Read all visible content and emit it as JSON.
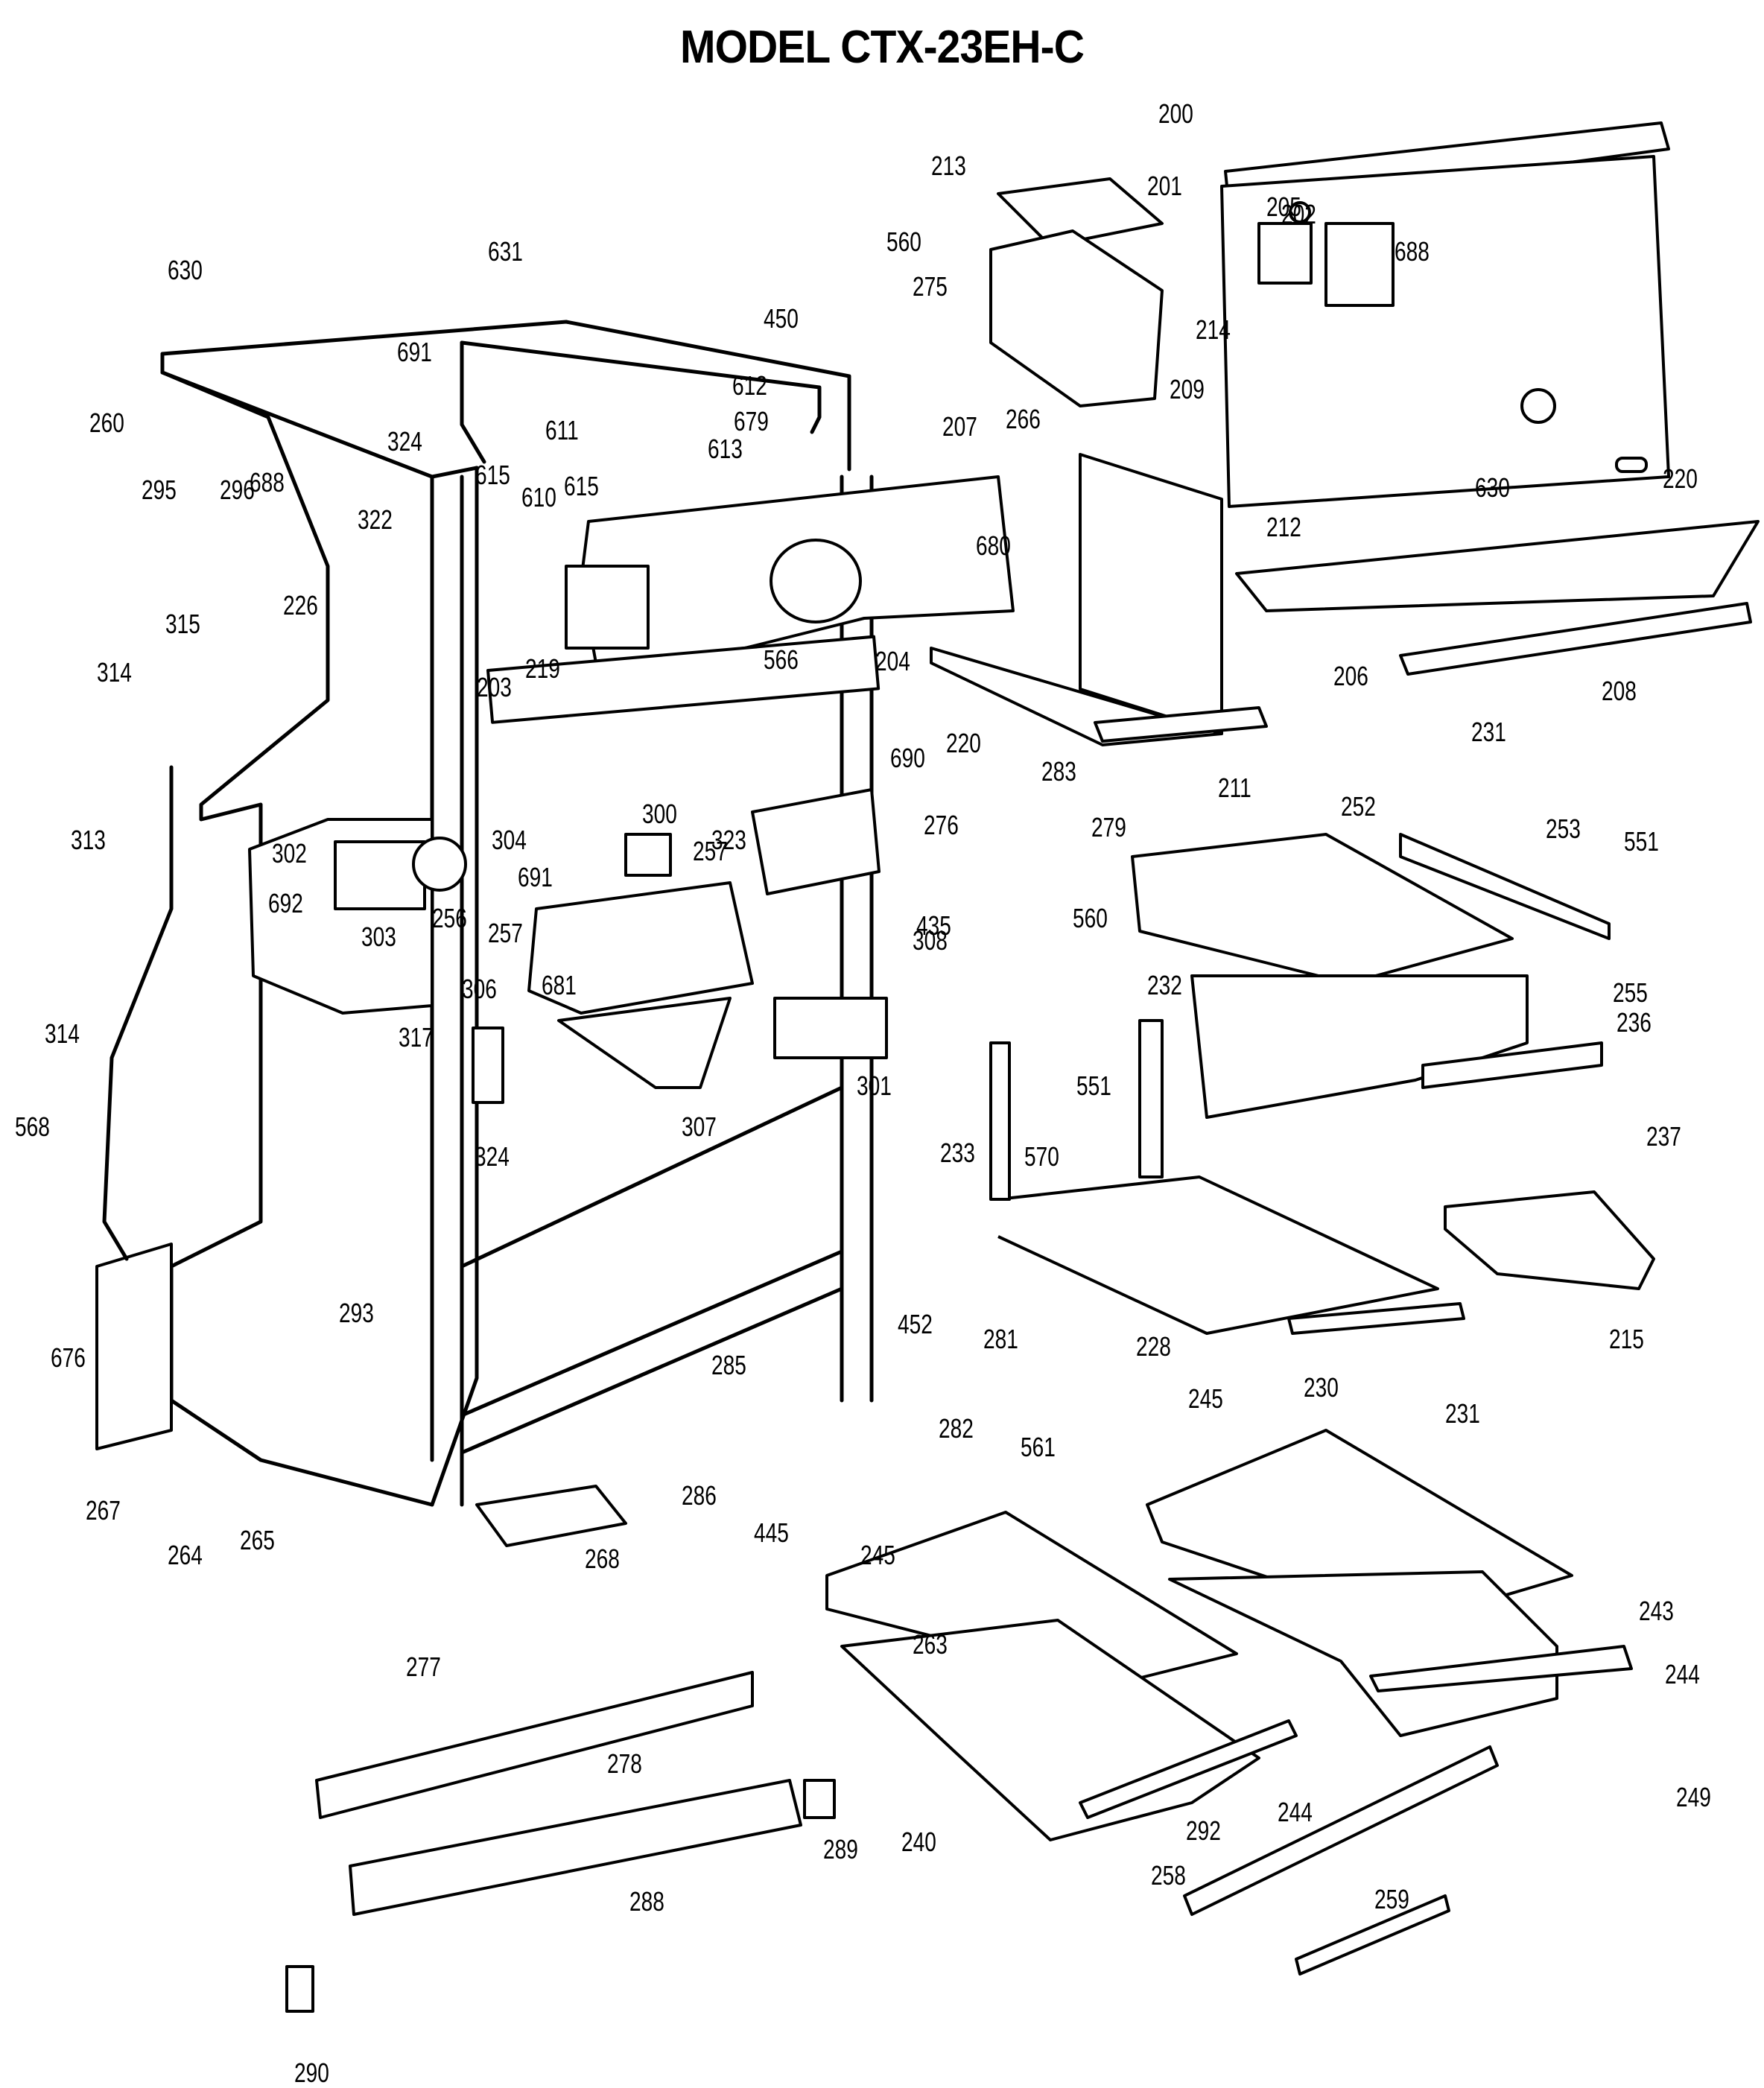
{
  "title": "MODEL CTX-23EH-C",
  "diagram_type": "exploded parts diagram",
  "part_labels": [
    {
      "id": "200",
      "text": "200"
    },
    {
      "id": "201",
      "text": "201"
    },
    {
      "id": "202",
      "text": "202"
    },
    {
      "id": "203",
      "text": "203"
    },
    {
      "id": "204",
      "text": "204"
    },
    {
      "id": "205",
      "text": "205"
    },
    {
      "id": "206",
      "text": "206"
    },
    {
      "id": "207",
      "text": "207"
    },
    {
      "id": "208",
      "text": "208"
    },
    {
      "id": "209",
      "text": "209"
    },
    {
      "id": "211",
      "text": "211"
    },
    {
      "id": "212",
      "text": "212"
    },
    {
      "id": "213",
      "text": "213"
    },
    {
      "id": "214",
      "text": "214"
    },
    {
      "id": "215",
      "text": "215"
    },
    {
      "id": "219",
      "text": "219"
    },
    {
      "id": "220a",
      "text": "220"
    },
    {
      "id": "220b",
      "text": "220"
    },
    {
      "id": "226",
      "text": "226"
    },
    {
      "id": "228",
      "text": "228"
    },
    {
      "id": "230",
      "text": "230"
    },
    {
      "id": "231a",
      "text": "231"
    },
    {
      "id": "231b",
      "text": "231"
    },
    {
      "id": "232",
      "text": "232"
    },
    {
      "id": "233",
      "text": "233"
    },
    {
      "id": "236",
      "text": "236"
    },
    {
      "id": "237",
      "text": "237"
    },
    {
      "id": "240",
      "text": "240"
    },
    {
      "id": "243",
      "text": "243"
    },
    {
      "id": "244a",
      "text": "244"
    },
    {
      "id": "244b",
      "text": "244"
    },
    {
      "id": "245a",
      "text": "245"
    },
    {
      "id": "245b",
      "text": "245"
    },
    {
      "id": "249",
      "text": "249"
    },
    {
      "id": "252",
      "text": "252"
    },
    {
      "id": "253",
      "text": "253"
    },
    {
      "id": "255",
      "text": "255"
    },
    {
      "id": "256",
      "text": "256"
    },
    {
      "id": "257a",
      "text": "257"
    },
    {
      "id": "257b",
      "text": "257"
    },
    {
      "id": "258",
      "text": "258"
    },
    {
      "id": "259",
      "text": "259"
    },
    {
      "id": "260",
      "text": "260"
    },
    {
      "id": "263",
      "text": "263"
    },
    {
      "id": "264",
      "text": "264"
    },
    {
      "id": "265",
      "text": "265"
    },
    {
      "id": "266",
      "text": "266"
    },
    {
      "id": "267",
      "text": "267"
    },
    {
      "id": "268",
      "text": "268"
    },
    {
      "id": "275",
      "text": "275"
    },
    {
      "id": "276",
      "text": "276"
    },
    {
      "id": "277",
      "text": "277"
    },
    {
      "id": "278",
      "text": "278"
    },
    {
      "id": "279",
      "text": "279"
    },
    {
      "id": "281",
      "text": "281"
    },
    {
      "id": "282",
      "text": "282"
    },
    {
      "id": "283",
      "text": "283"
    },
    {
      "id": "285",
      "text": "285"
    },
    {
      "id": "286",
      "text": "286"
    },
    {
      "id": "288",
      "text": "288"
    },
    {
      "id": "289",
      "text": "289"
    },
    {
      "id": "290",
      "text": "290"
    },
    {
      "id": "292",
      "text": "292"
    },
    {
      "id": "293",
      "text": "293"
    },
    {
      "id": "295",
      "text": "295"
    },
    {
      "id": "296",
      "text": "296"
    },
    {
      "id": "300",
      "text": "300"
    },
    {
      "id": "301",
      "text": "301"
    },
    {
      "id": "302",
      "text": "302"
    },
    {
      "id": "303",
      "text": "303"
    },
    {
      "id": "304",
      "text": "304"
    },
    {
      "id": "306",
      "text": "306"
    },
    {
      "id": "307",
      "text": "307"
    },
    {
      "id": "308",
      "text": "308"
    },
    {
      "id": "313",
      "text": "313"
    },
    {
      "id": "314a",
      "text": "314"
    },
    {
      "id": "314b",
      "text": "314"
    },
    {
      "id": "315",
      "text": "315"
    },
    {
      "id": "317",
      "text": "317"
    },
    {
      "id": "322",
      "text": "322"
    },
    {
      "id": "323",
      "text": "323"
    },
    {
      "id": "324a",
      "text": "324"
    },
    {
      "id": "324b",
      "text": "324"
    },
    {
      "id": "435",
      "text": "435"
    },
    {
      "id": "445",
      "text": "445"
    },
    {
      "id": "450",
      "text": "450"
    },
    {
      "id": "452",
      "text": "452"
    },
    {
      "id": "551a",
      "text": "551"
    },
    {
      "id": "551b",
      "text": "551"
    },
    {
      "id": "560a",
      "text": "560"
    },
    {
      "id": "560b",
      "text": "560"
    },
    {
      "id": "561",
      "text": "561"
    },
    {
      "id": "566",
      "text": "566"
    },
    {
      "id": "568",
      "text": "568"
    },
    {
      "id": "570",
      "text": "570"
    },
    {
      "id": "610",
      "text": "610"
    },
    {
      "id": "611",
      "text": "611"
    },
    {
      "id": "612",
      "text": "612"
    },
    {
      "id": "613",
      "text": "613"
    },
    {
      "id": "615a",
      "text": "615"
    },
    {
      "id": "615b",
      "text": "615"
    },
    {
      "id": "630a",
      "text": "630"
    },
    {
      "id": "630b",
      "text": "630"
    },
    {
      "id": "631",
      "text": "631"
    },
    {
      "id": "676",
      "text": "676"
    },
    {
      "id": "679",
      "text": "679"
    },
    {
      "id": "680",
      "text": "680"
    },
    {
      "id": "681",
      "text": "681"
    },
    {
      "id": "688a",
      "text": "688"
    },
    {
      "id": "688b",
      "text": "688"
    },
    {
      "id": "690",
      "text": "690"
    },
    {
      "id": "691a",
      "text": "691"
    },
    {
      "id": "691b",
      "text": "691"
    },
    {
      "id": "692",
      "text": "692"
    }
  ]
}
